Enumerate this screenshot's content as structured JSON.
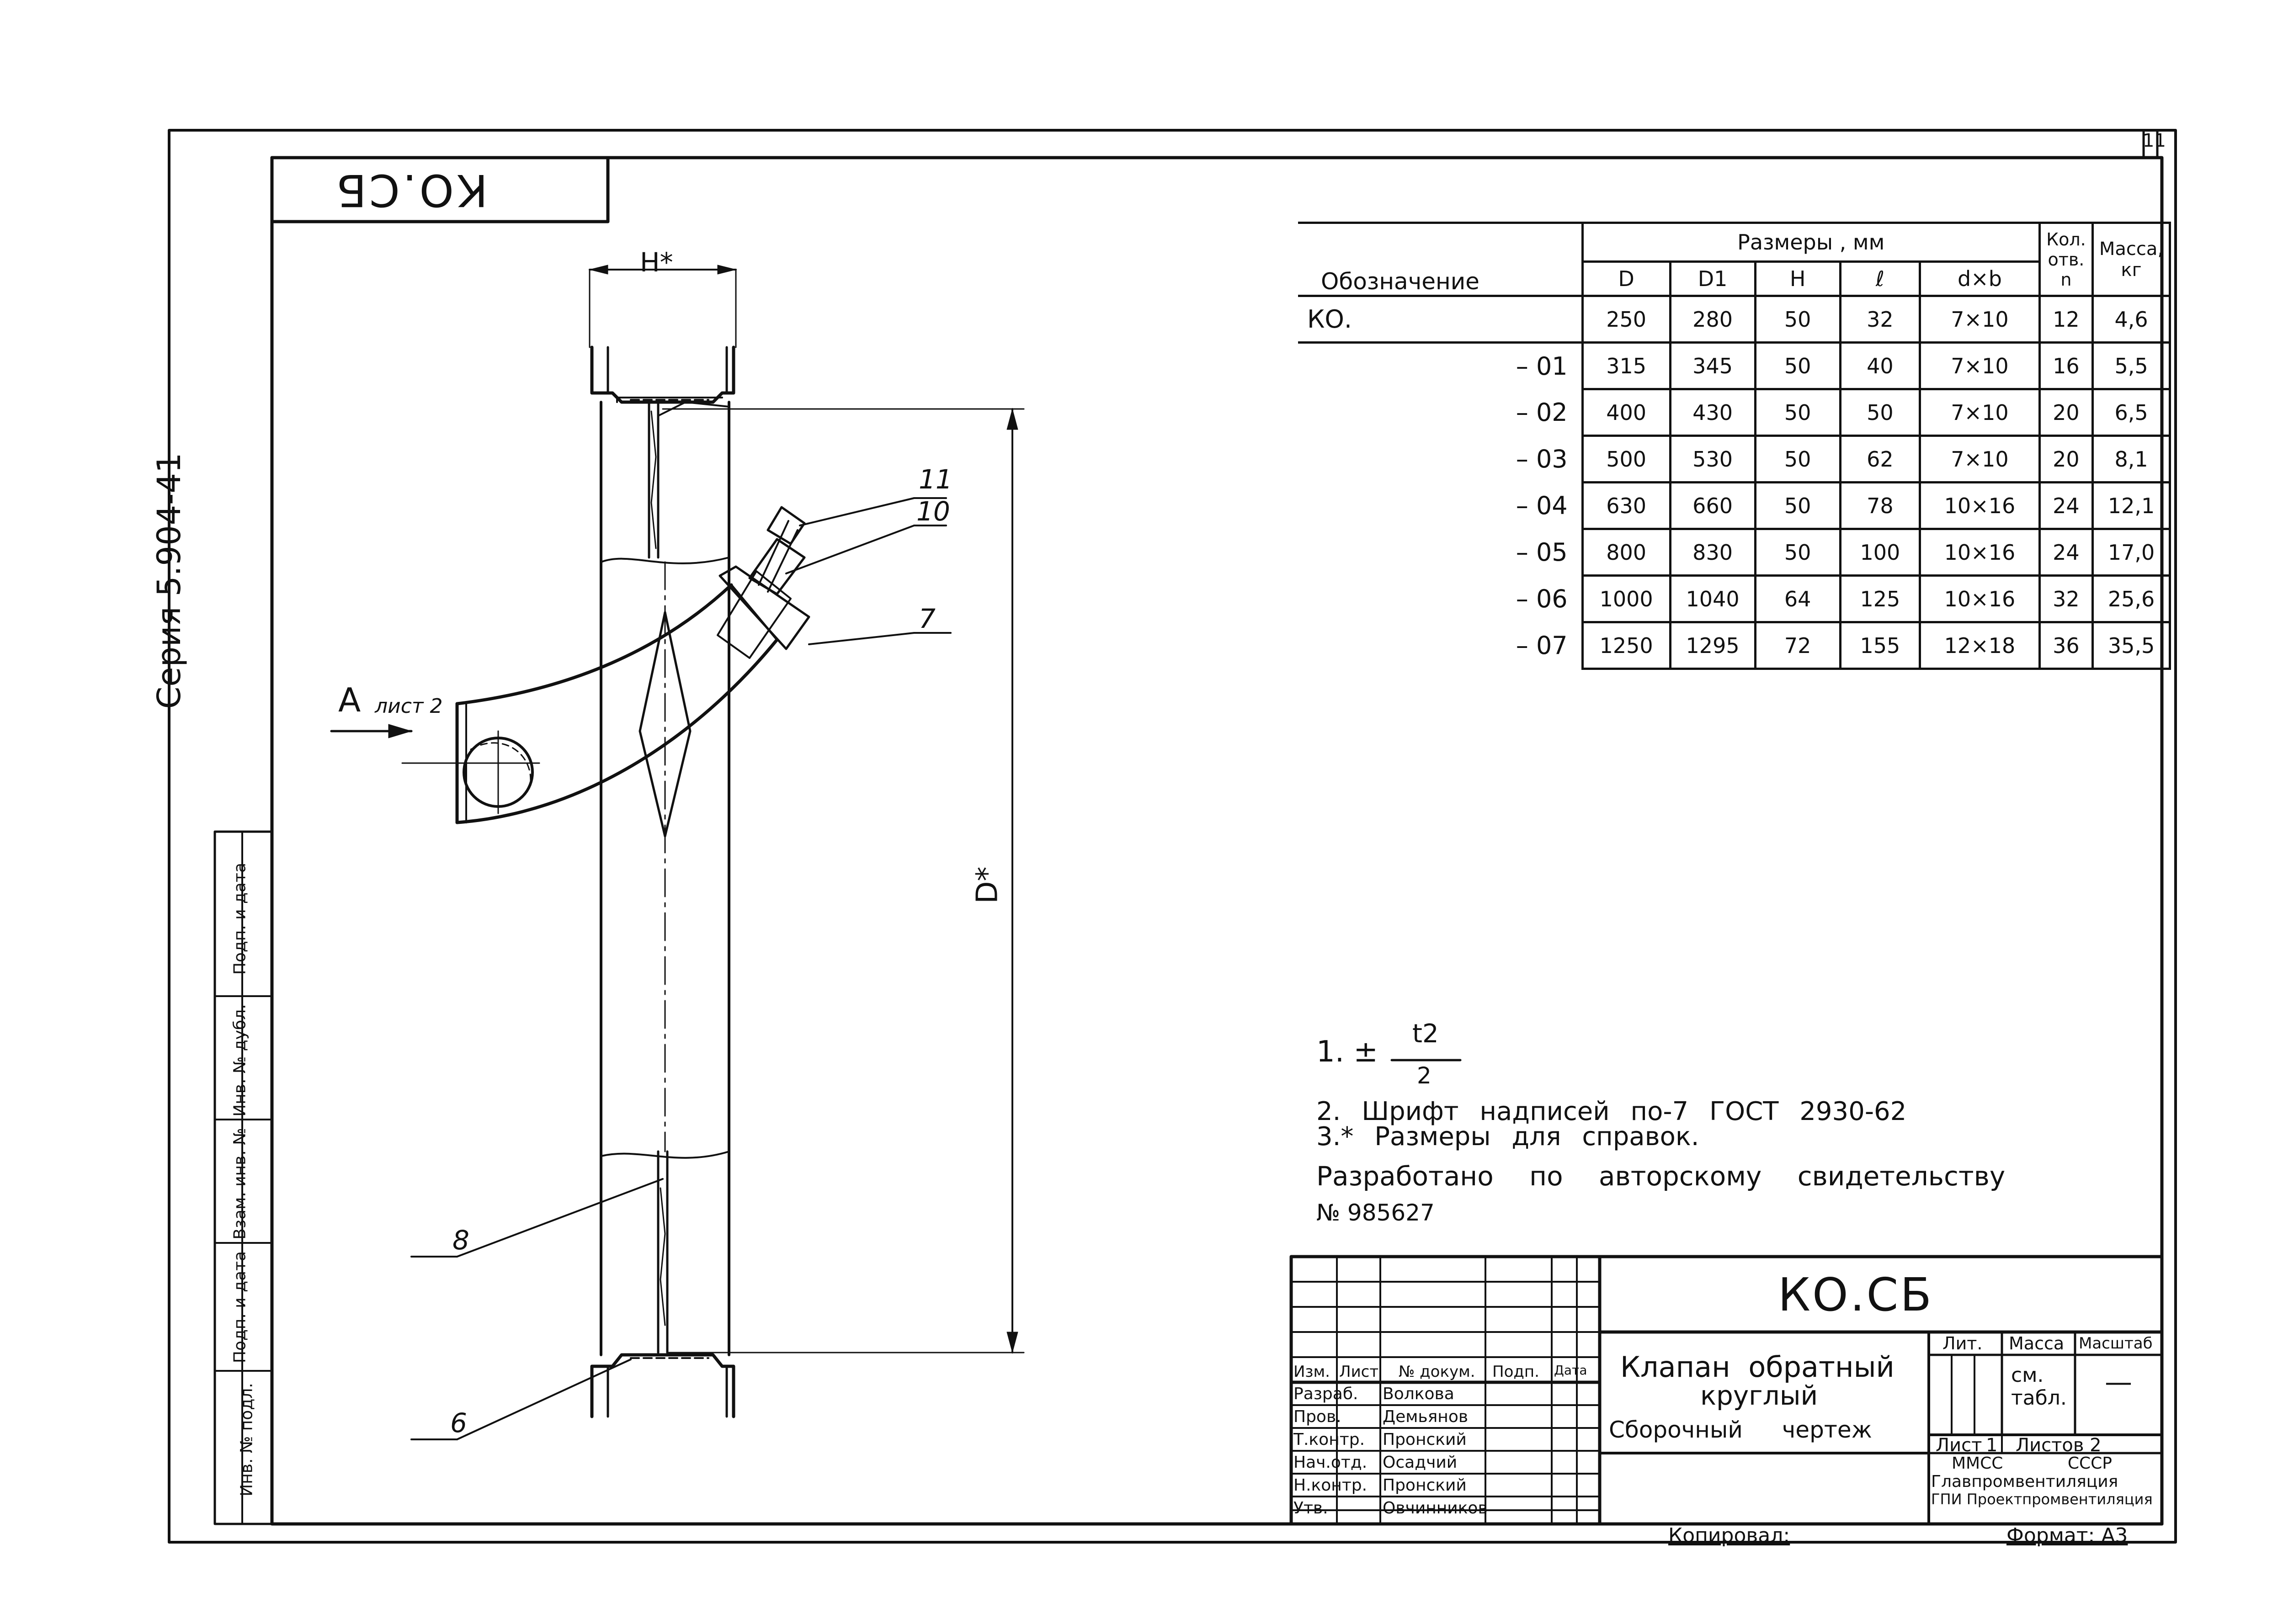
{
  "stamp_top": "КО.СБ",
  "series": "Серия 5.904-41",
  "sheet_number": "11",
  "view_label": {
    "letter": "A",
    "note": "лист 2"
  },
  "dimension_labels": {
    "h": "H*",
    "d": "D*"
  },
  "callouts": [
    "11",
    "10",
    "7",
    "8",
    "6"
  ],
  "side_stamp": [
    "Инв. № подл.",
    "Подп. и дата",
    "Взам. инв. №",
    "Инв. № дубл.",
    "Подп. и дата"
  ],
  "table": {
    "header_group": "Размеры , мм",
    "col_designation": "Обозначение",
    "col_qty": "Кол. отв. n",
    "col_mass": "Масса, кг",
    "dims": [
      "D",
      "D1",
      "H",
      "ℓ",
      "d×b"
    ],
    "rows": [
      {
        "name": "КО.",
        "D": "250",
        "D1": "280",
        "H": "50",
        "l": "32",
        "db": "7×10",
        "n": "12",
        "m": "4,6"
      },
      {
        "name": "– 01",
        "D": "315",
        "D1": "345",
        "H": "50",
        "l": "40",
        "db": "7×10",
        "n": "16",
        "m": "5,5"
      },
      {
        "name": "– 02",
        "D": "400",
        "D1": "430",
        "H": "50",
        "l": "50",
        "db": "7×10",
        "n": "20",
        "m": "6,5"
      },
      {
        "name": "– 03",
        "D": "500",
        "D1": "530",
        "H": "50",
        "l": "62",
        "db": "7×10",
        "n": "20",
        "m": "8,1"
      },
      {
        "name": "– 04",
        "D": "630",
        "D1": "660",
        "H": "50",
        "l": "78",
        "db": "10×16",
        "n": "24",
        "m": "12,1"
      },
      {
        "name": "– 05",
        "D": "800",
        "D1": "830",
        "H": "50",
        "l": "100",
        "db": "10×16",
        "n": "24",
        "m": "17,0"
      },
      {
        "name": "– 06",
        "D": "1000",
        "D1": "1040",
        "H": "64",
        "l": "125",
        "db": "10×16",
        "n": "32",
        "m": "25,6"
      },
      {
        "name": "– 07",
        "D": "1250",
        "D1": "1295",
        "H": "72",
        "l": "155",
        "db": "12×18",
        "n": "36",
        "m": "35,5"
      }
    ]
  },
  "notes": {
    "n1_prefix": "1. ±",
    "n1_num": "t2",
    "n1_den": "2",
    "n2": "2. Шрифт надписей по-7 ГОСТ 2930-62",
    "n3": "3.* Размеры для справок.",
    "n4": "Разработано по авторскому свидетельству",
    "n5": "№ 985627"
  },
  "title_block": {
    "code": "КО.СБ",
    "title_line1": "Клапан обратный",
    "title_line2": "круглый",
    "title_line3": "Сборочный чертеж",
    "col_lit": "Лит.",
    "col_mass": "Масса",
    "col_scale": "Масштаб",
    "mass_value": "см. табл.",
    "scale_value": "—",
    "sheet": "Лист",
    "sheet_num": "1",
    "sheets": "Листов 2",
    "org1": "ММСС СССР",
    "org2": "Главпромвентиляция",
    "org3": "ГПИ Проектпромвентиляция",
    "head": [
      "Изм.",
      "Лист",
      "№ докум.",
      "Подп.",
      "Дата"
    ],
    "roles": [
      {
        "role": "Разраб.",
        "name": "Волкова"
      },
      {
        "role": "Пров.",
        "name": "Демьянов"
      },
      {
        "role": "Т.контр.",
        "name": "Пронский"
      },
      {
        "role": "Нач.отд.",
        "name": "Осадчий"
      },
      {
        "role": "Н.контр.",
        "name": "Пронский"
      },
      {
        "role": "Утв.",
        "name": "Овчинников"
      }
    ],
    "copied": "Копировал:",
    "format": "Формат: А3"
  }
}
